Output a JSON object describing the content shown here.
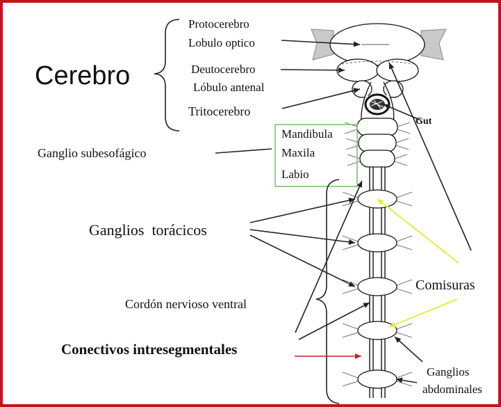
{
  "labels": {
    "cerebro": "Cerebro",
    "protocerebro": "Protocerebro",
    "lobulo_optico": "Lobulo optico",
    "deutocerebro": "Deutocerebro",
    "lobulo_antenal": "Lóbulo antenal",
    "tritocerebro": "Tritocerebro",
    "gut": "Gut",
    "ganglio_subesofagico": "Ganglio subesofágico",
    "mandibula": "Mandibula",
    "maxila": "Maxila",
    "labio": "Labio",
    "ganglios_toracicos": "Ganglios  torácicos",
    "comisuras": "Comisuras",
    "cordon_nervioso_ventral": "Cordón nervioso ventral",
    "conectivos_intresegmentales": "Conectivos intresegmentales",
    "ganglios": "Ganglios",
    "abdominales": "abdominales"
  },
  "colors": {
    "frame_border": "#c0151d",
    "box_outline": "#7ac36a",
    "comisura_arrows": "#e8e84a",
    "conectivo_arrow": "#cc1f1f",
    "optic_lobe_fill": "#c9c9c9"
  }
}
